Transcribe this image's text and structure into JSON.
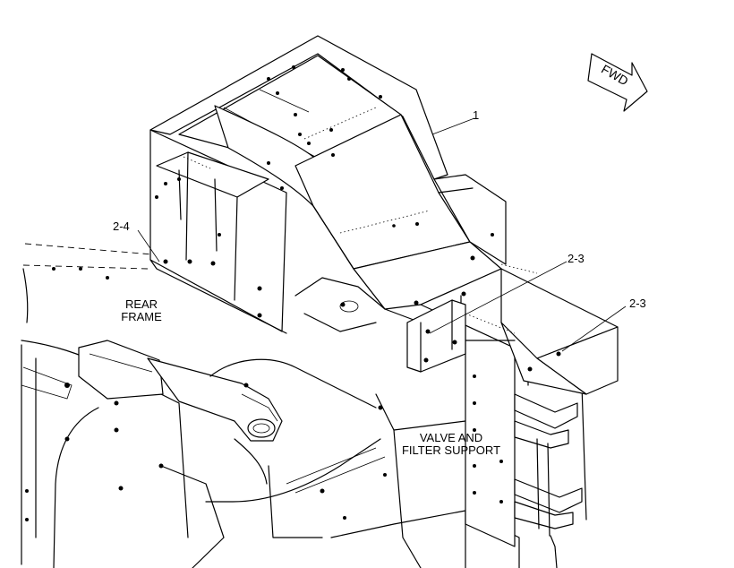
{
  "callouts": {
    "part_1": "1",
    "part_2_4": "2-4",
    "part_2_3_a": "2-3",
    "part_2_3_b": "2-3"
  },
  "labels": {
    "rear_frame_line1": "REAR",
    "rear_frame_line2": "FRAME",
    "valve_line1": "VALVE AND",
    "valve_line2": "FILTER SUPPORT"
  },
  "direction_arrow": {
    "text": "FWD",
    "icon": "forward-direction-arrow-icon"
  },
  "colors": {
    "line": "#000000",
    "background": "#ffffff"
  }
}
